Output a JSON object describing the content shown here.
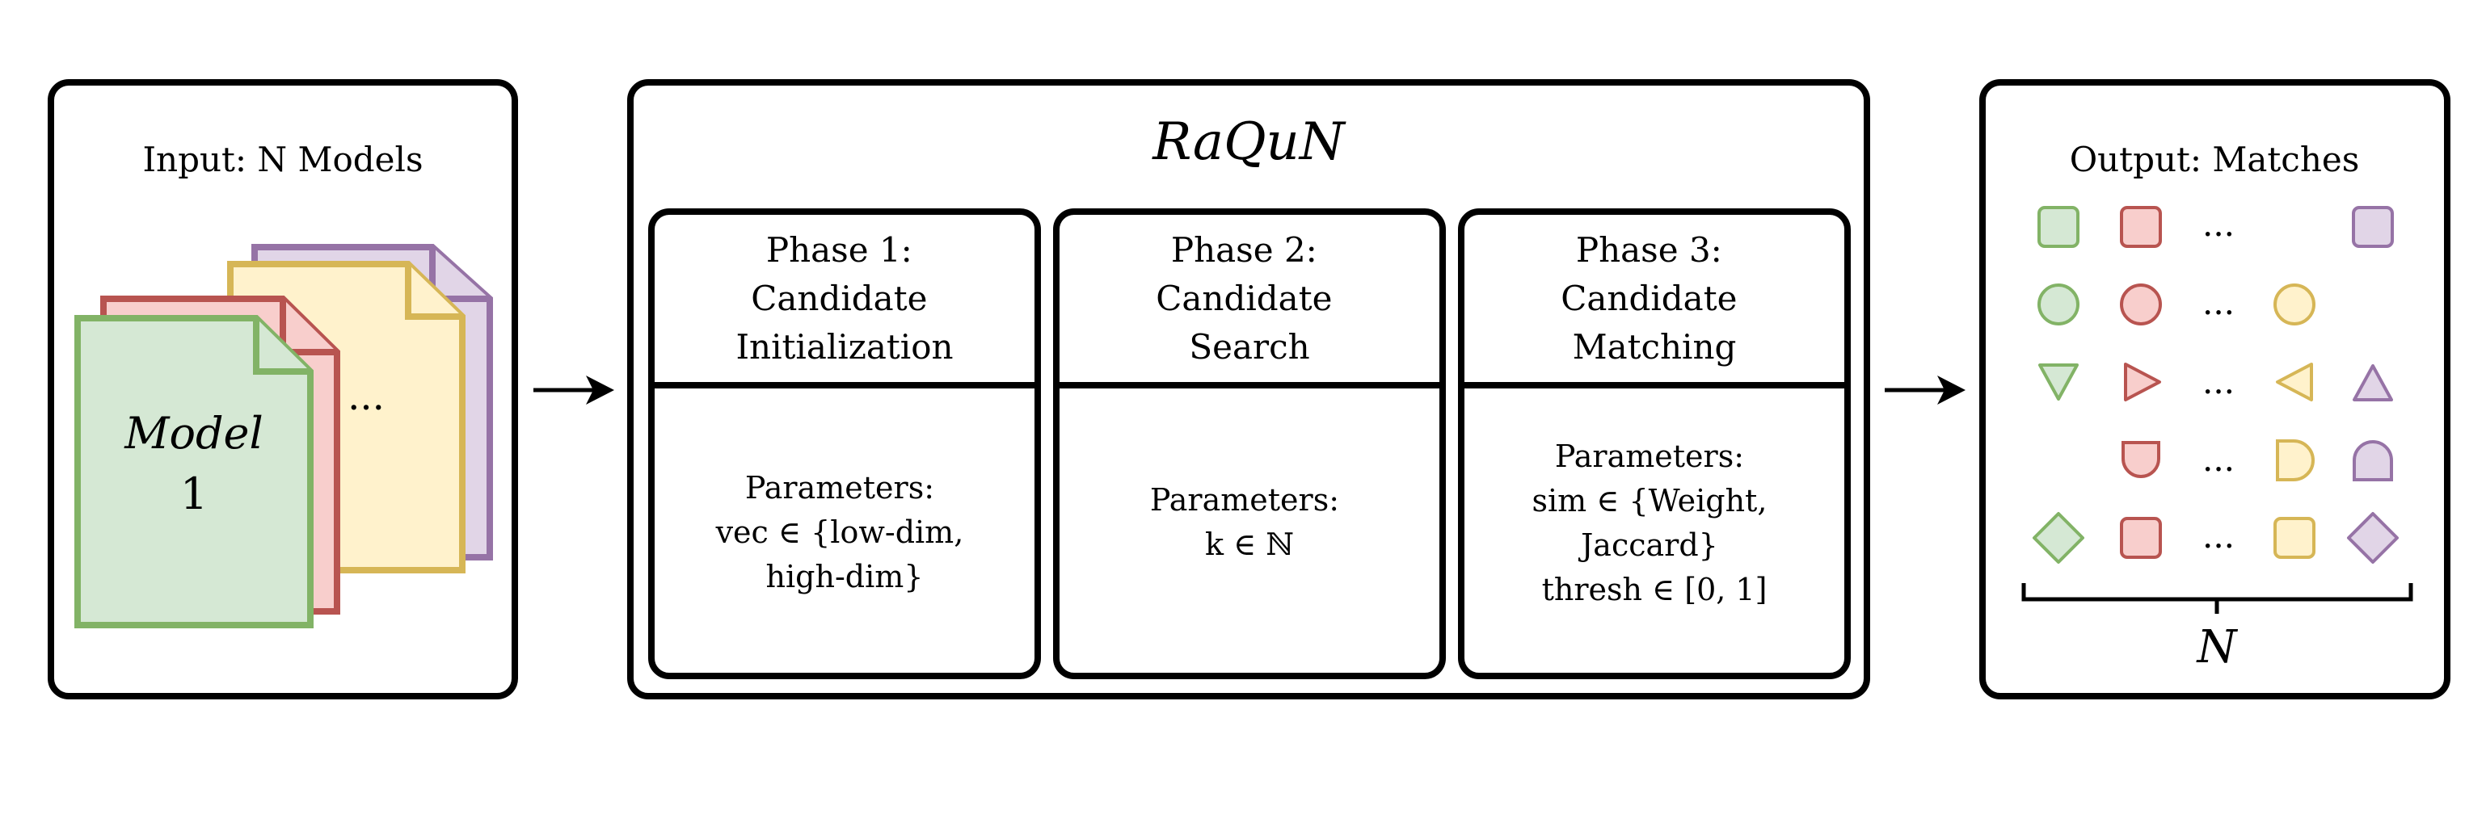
{
  "input": {
    "title": "Input: N Models",
    "model_label": "Model",
    "model_number": "1",
    "ellipsis": "..."
  },
  "raqun": {
    "title": "RaQuN",
    "phases": [
      {
        "title_lines": [
          "Phase 1:",
          "Candidate",
          "Initialization"
        ],
        "param_lines": [
          "Parameters:",
          "vec ∈ {low-dim,",
          "high-dim}"
        ]
      },
      {
        "title_lines": [
          "Phase 2:",
          "Candidate",
          "Search"
        ],
        "param_lines": [
          "Parameters:",
          "k ∈ ℕ"
        ]
      },
      {
        "title_lines": [
          "Phase 3:",
          "Candidate",
          "Matching"
        ],
        "param_lines": [
          "Parameters:",
          "sim ∈ {Weight,",
          "Jaccard}",
          "thresh ∈ [0, 1]"
        ]
      }
    ]
  },
  "output": {
    "title": "Output: Matches",
    "ellipsis": "...",
    "brace_label": "N",
    "grid": [
      [
        "square",
        "square",
        "square"
      ],
      [
        "circle",
        "circle",
        "circle"
      ],
      [
        "triangle-down",
        "triangle-right",
        "triangle-left",
        "triangle-up"
      ],
      [
        "shield",
        "half-right",
        "dome"
      ],
      [
        "diamond",
        "square",
        "square",
        "diamond"
      ]
    ]
  },
  "colors": {
    "green_fill": "#d5e8d4",
    "green_stroke": "#82b366",
    "red_fill": "#f8cecc",
    "red_stroke": "#b85450",
    "yellow_fill": "#fff2cc",
    "yellow_stroke": "#d6b656",
    "purple_fill": "#e1d5e7",
    "purple_stroke": "#9673a6"
  }
}
